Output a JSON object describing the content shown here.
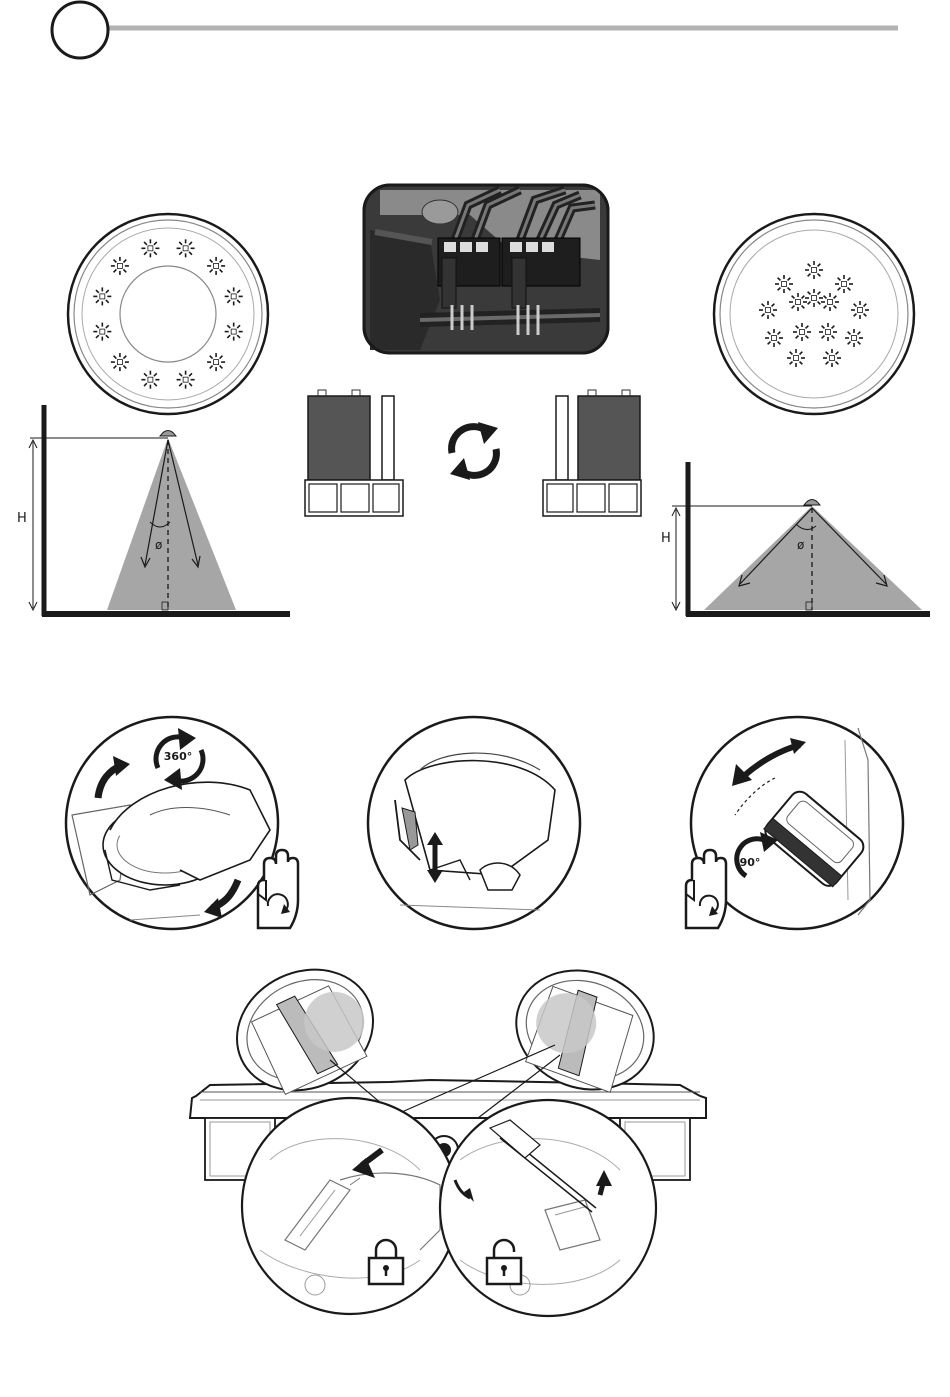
{
  "header": {
    "step_number": ""
  },
  "wide_optic": {
    "label_height": "H",
    "label_angle": "ø"
  },
  "narrow_optic": {
    "label_height": "H",
    "label_angle": "ø"
  },
  "rotation": {
    "label": "360°"
  },
  "tilt": {
    "label": "90°"
  },
  "colors": {
    "ink": "#1a1a1a",
    "cone": "#a6a6a6",
    "module": "#555555",
    "rule": "#b3b3b3"
  }
}
